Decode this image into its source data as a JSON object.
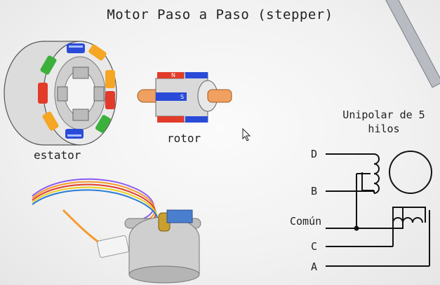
{
  "title": "Motor Paso a Paso (stepper)",
  "labels": {
    "estator": "estator",
    "rotor": "rotor",
    "unipolar": "Unipolar de 5 hilos"
  },
  "wiring": {
    "wires": [
      "D",
      "B",
      "Común",
      "C",
      "A"
    ]
  },
  "rotor_poles": {
    "north": "N",
    "south": "S"
  },
  "colors": {
    "coil_orange": "#f5a623",
    "coil_green": "#3bb03b",
    "coil_blue": "#2a4bd8",
    "coil_red": "#e23b2a",
    "shaft": "#f0a060"
  }
}
